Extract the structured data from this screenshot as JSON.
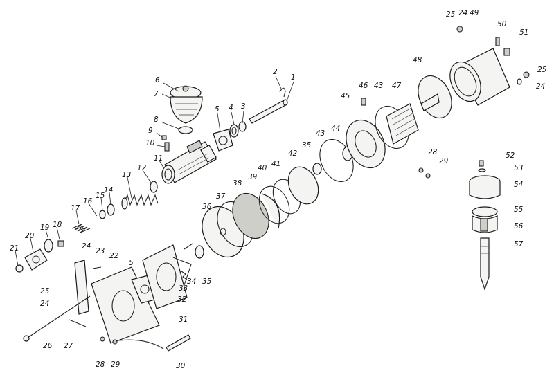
{
  "labels": [
    {
      "id": "1",
      "text": "1"
    },
    {
      "id": "2",
      "text": "2"
    },
    {
      "id": "3",
      "text": "3"
    },
    {
      "id": "4",
      "text": "4"
    },
    {
      "id": "5a",
      "text": "5"
    },
    {
      "id": "6",
      "text": "6"
    },
    {
      "id": "7",
      "text": "7"
    },
    {
      "id": "8",
      "text": "8"
    },
    {
      "id": "9",
      "text": "9"
    },
    {
      "id": "10",
      "text": "10"
    },
    {
      "id": "11",
      "text": "11"
    },
    {
      "id": "12",
      "text": "12"
    },
    {
      "id": "13",
      "text": "13"
    },
    {
      "id": "14",
      "text": "14"
    },
    {
      "id": "15",
      "text": "15"
    },
    {
      "id": "16",
      "text": "16"
    },
    {
      "id": "17",
      "text": "17"
    },
    {
      "id": "18",
      "text": "18"
    },
    {
      "id": "19",
      "text": "19"
    },
    {
      "id": "20",
      "text": "20"
    },
    {
      "id": "21",
      "text": "21"
    },
    {
      "id": "22",
      "text": "22"
    },
    {
      "id": "23",
      "text": "23"
    },
    {
      "id": "24a",
      "text": "24"
    },
    {
      "id": "25a",
      "text": "25"
    },
    {
      "id": "24b",
      "text": "24"
    },
    {
      "id": "26",
      "text": "26"
    },
    {
      "id": "27",
      "text": "27"
    },
    {
      "id": "28a",
      "text": "28"
    },
    {
      "id": "29a",
      "text": "29"
    },
    {
      "id": "30",
      "text": "30"
    },
    {
      "id": "31",
      "text": "31"
    },
    {
      "id": "5b",
      "text": "5"
    },
    {
      "id": "32",
      "text": "32"
    },
    {
      "id": "33",
      "text": "33"
    },
    {
      "id": "34",
      "text": "34"
    },
    {
      "id": "35a",
      "text": "35"
    },
    {
      "id": "36",
      "text": "36"
    },
    {
      "id": "37",
      "text": "37"
    },
    {
      "id": "38",
      "text": "38"
    },
    {
      "id": "39",
      "text": "39"
    },
    {
      "id": "40",
      "text": "40"
    },
    {
      "id": "41",
      "text": "41"
    },
    {
      "id": "42",
      "text": "42"
    },
    {
      "id": "35b",
      "text": "35"
    },
    {
      "id": "43a",
      "text": "43"
    },
    {
      "id": "44",
      "text": "44"
    },
    {
      "id": "45",
      "text": "45"
    },
    {
      "id": "46",
      "text": "46"
    },
    {
      "id": "43b",
      "text": "43"
    },
    {
      "id": "47",
      "text": "47"
    },
    {
      "id": "48",
      "text": "48"
    },
    {
      "id": "28b",
      "text": "28"
    },
    {
      "id": "29b",
      "text": "29"
    },
    {
      "id": "25b",
      "text": "25"
    },
    {
      "id": "24c",
      "text": "24"
    },
    {
      "id": "49",
      "text": "49"
    },
    {
      "id": "50",
      "text": "50"
    },
    {
      "id": "51",
      "text": "51"
    },
    {
      "id": "25c",
      "text": "25"
    },
    {
      "id": "24d",
      "text": "24"
    },
    {
      "id": "52",
      "text": "52"
    },
    {
      "id": "53",
      "text": "53"
    },
    {
      "id": "54",
      "text": "54"
    },
    {
      "id": "55",
      "text": "55"
    },
    {
      "id": "56",
      "text": "56"
    },
    {
      "id": "57",
      "text": "57"
    }
  ]
}
